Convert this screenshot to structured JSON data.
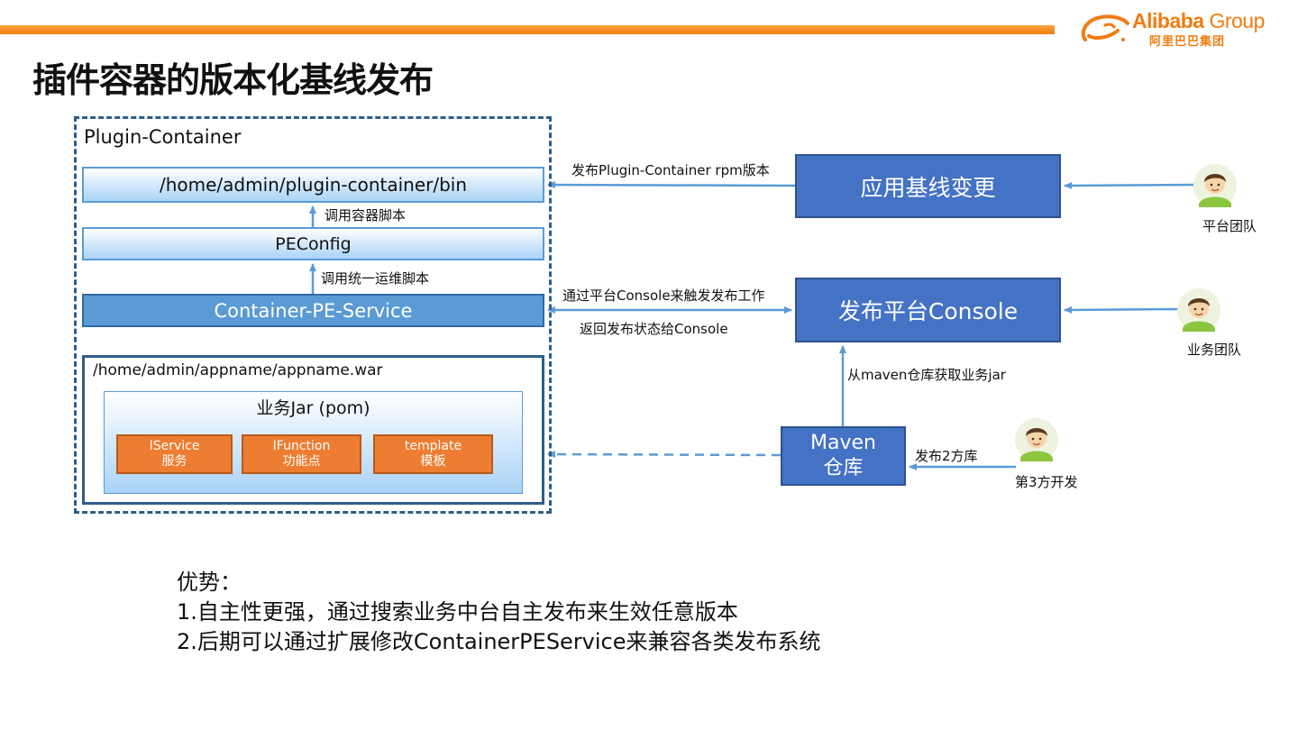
{
  "header": {
    "logo_main": "Alibaba",
    "logo_group": "Group",
    "logo_sub": "阿里巴巴集团",
    "brand_color": "#f07c12"
  },
  "title": "插件容器的版本化基线发布",
  "plugin_container": {
    "label": "Plugin-Container",
    "bin_path": "/home/admin/plugin-container/bin",
    "peconfig": "PEConfig",
    "service": "Container-PE-Service",
    "call_container_script": "调用容器脚本",
    "call_ops_script": "调用统一运维脚本",
    "war_path": "/home/admin/appname/appname.war",
    "jar_label": "业务Jar (pom)",
    "modules": [
      {
        "name": "IService",
        "desc": "服务"
      },
      {
        "name": "IFunction",
        "desc": "功能点"
      },
      {
        "name": "template",
        "desc": "模板"
      }
    ]
  },
  "flows": {
    "publish_rpm": "发布Plugin-Container rpm版本",
    "trigger_console": "通过平台Console来触发发布工作",
    "return_status": "返回发布状态给Console",
    "fetch_jar": "从maven仓库获取业务jar",
    "publish_2nd_party": "发布2方库"
  },
  "boxes": {
    "baseline_change": "应用基线变更",
    "console": "发布平台Console",
    "maven_line1": "Maven",
    "maven_line2": "仓库"
  },
  "actors": [
    {
      "label": "平台团队",
      "icon": "person-avatar-icon"
    },
    {
      "label": "业务团队",
      "icon": "person-avatar-icon"
    },
    {
      "label": "第3方开发",
      "icon": "person-avatar-icon"
    }
  ],
  "advantages": {
    "heading": "优势：",
    "items": [
      "1.自主性更强，通过搜索业务中台自主发布来生效任意版本",
      "2.后期可以通过扩展修改ContainerPEService来兼容各类发布系统"
    ]
  }
}
